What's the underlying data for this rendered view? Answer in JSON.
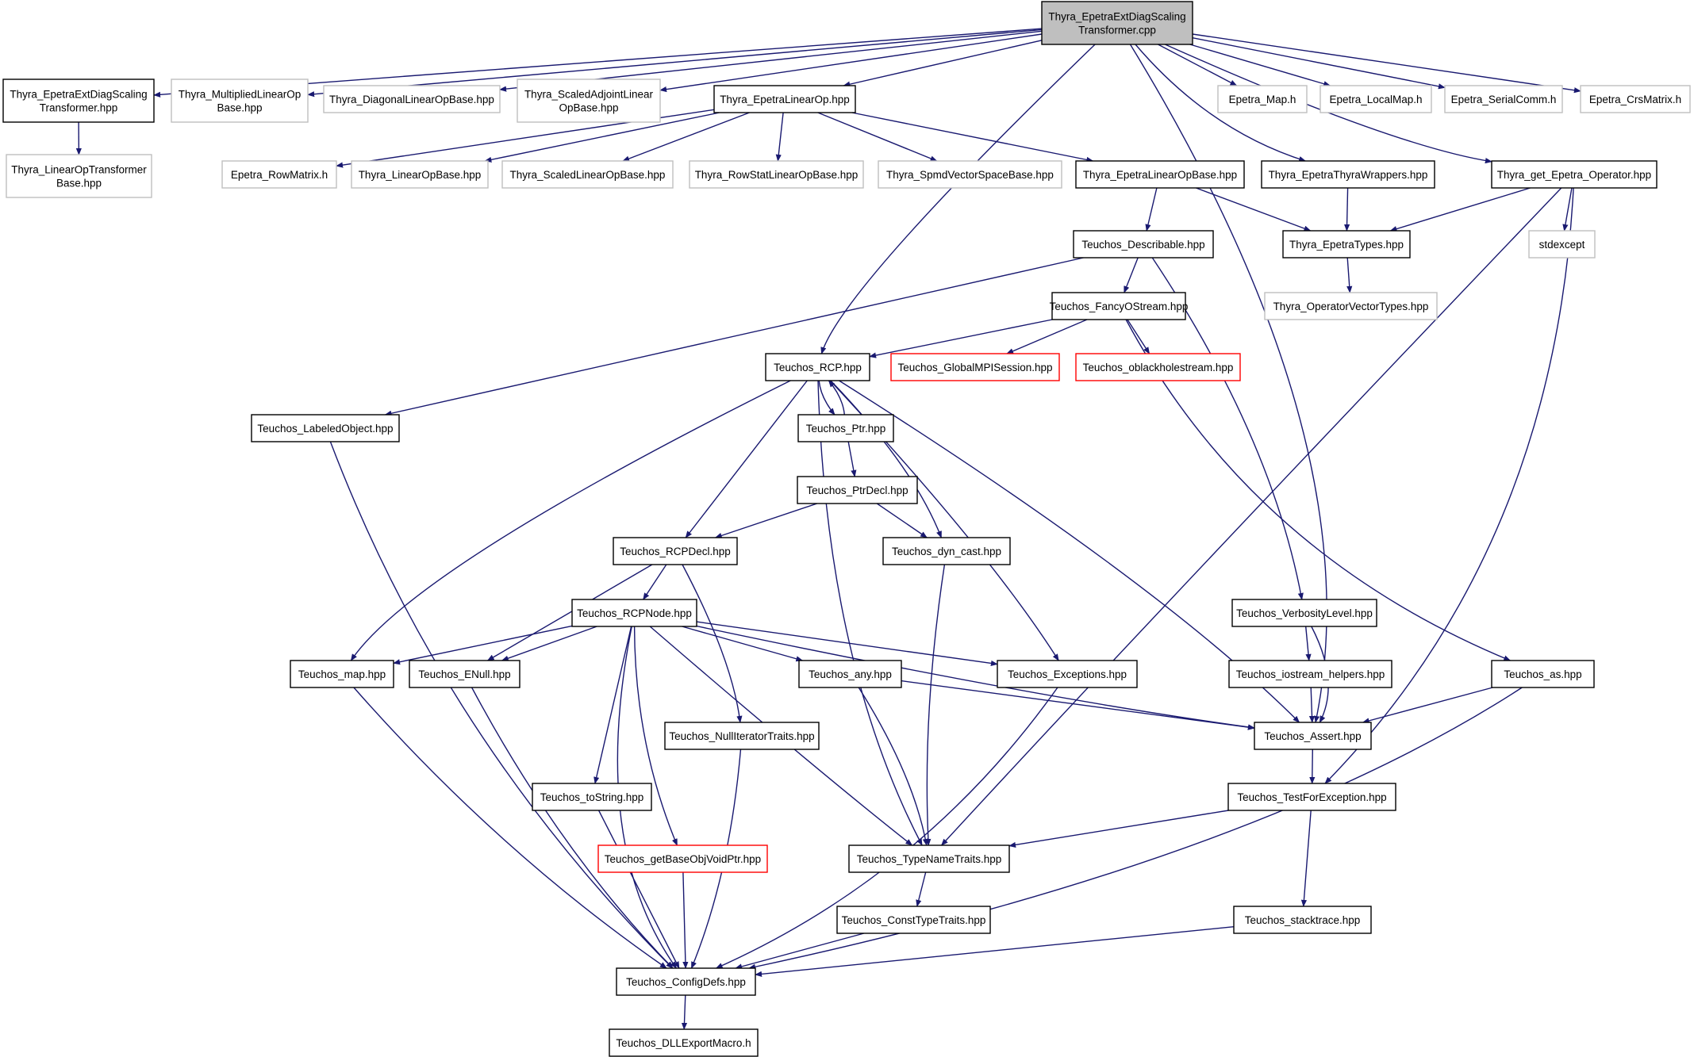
{
  "colors": {
    "background": "#ffffff",
    "edge": "#191970",
    "root_fill": "#bfbfbf",
    "normal_border": "#000000",
    "external_border": "#bfbfbf",
    "truncated_border": "#ff0000"
  },
  "nodes": [
    {
      "id": "root",
      "lines": [
        "Thyra_EpetraExtDiagScaling",
        "Transformer.cpp"
      ],
      "style": "root"
    },
    {
      "id": "ext_hpp",
      "lines": [
        "Thyra_EpetraExtDiagScaling",
        "Transformer.hpp"
      ],
      "style": "normal"
    },
    {
      "id": "mult_lin",
      "lines": [
        "Thyra_MultipliedLinearOp",
        "Base.hpp"
      ],
      "style": "external"
    },
    {
      "id": "diag_lin",
      "lines": [
        "Thyra_DiagonalLinearOpBase.hpp"
      ],
      "style": "external"
    },
    {
      "id": "scaled_adj",
      "lines": [
        "Thyra_ScaledAdjointLinear",
        "OpBase.hpp"
      ],
      "style": "external"
    },
    {
      "id": "epetra_linop",
      "lines": [
        "Thyra_EpetraLinearOp.hpp"
      ],
      "style": "normal"
    },
    {
      "id": "epetra_map",
      "lines": [
        "Epetra_Map.h"
      ],
      "style": "external"
    },
    {
      "id": "epetra_localmap",
      "lines": [
        "Epetra_LocalMap.h"
      ],
      "style": "external"
    },
    {
      "id": "epetra_serialcomm",
      "lines": [
        "Epetra_SerialComm.h"
      ],
      "style": "external"
    },
    {
      "id": "epetra_crs",
      "lines": [
        "Epetra_CrsMatrix.h"
      ],
      "style": "external"
    },
    {
      "id": "linop_transformer",
      "lines": [
        "Thyra_LinearOpTransformer",
        "Base.hpp"
      ],
      "style": "external"
    },
    {
      "id": "epetra_rowmatrix",
      "lines": [
        "Epetra_RowMatrix.h"
      ],
      "style": "external"
    },
    {
      "id": "linopbase",
      "lines": [
        "Thyra_LinearOpBase.hpp"
      ],
      "style": "external"
    },
    {
      "id": "scaled_linop",
      "lines": [
        "Thyra_ScaledLinearOpBase.hpp"
      ],
      "style": "external"
    },
    {
      "id": "rowstat",
      "lines": [
        "Thyra_RowStatLinearOpBase.hpp"
      ],
      "style": "external"
    },
    {
      "id": "spmd",
      "lines": [
        "Thyra_SpmdVectorSpaceBase.hpp"
      ],
      "style": "external"
    },
    {
      "id": "epetra_linopbase",
      "lines": [
        "Thyra_EpetraLinearOpBase.hpp"
      ],
      "style": "normal"
    },
    {
      "id": "thyra_wrappers",
      "lines": [
        "Thyra_EpetraThyraWrappers.hpp"
      ],
      "style": "normal"
    },
    {
      "id": "get_operator",
      "lines": [
        "Thyra_get_Epetra_Operator.hpp"
      ],
      "style": "normal"
    },
    {
      "id": "describable",
      "lines": [
        "Teuchos_Describable.hpp"
      ],
      "style": "normal"
    },
    {
      "id": "epetra_types",
      "lines": [
        "Thyra_EpetraTypes.hpp"
      ],
      "style": "normal"
    },
    {
      "id": "stdexcept",
      "lines": [
        "stdexcept"
      ],
      "style": "external"
    },
    {
      "id": "operator_vector_types",
      "lines": [
        "Thyra_OperatorVectorTypes.hpp"
      ],
      "style": "external"
    },
    {
      "id": "fancy",
      "lines": [
        "Teuchos_FancyOStream.hpp"
      ],
      "style": "normal"
    },
    {
      "id": "rcp",
      "lines": [
        "Teuchos_RCP.hpp"
      ],
      "style": "normal"
    },
    {
      "id": "globalmpi",
      "lines": [
        "Teuchos_GlobalMPISession.hpp"
      ],
      "style": "truncated"
    },
    {
      "id": "oblackhole",
      "lines": [
        "Teuchos_oblackholestream.hpp"
      ],
      "style": "truncated"
    },
    {
      "id": "labeled",
      "lines": [
        "Teuchos_LabeledObject.hpp"
      ],
      "style": "normal"
    },
    {
      "id": "ptr",
      "lines": [
        "Teuchos_Ptr.hpp"
      ],
      "style": "normal"
    },
    {
      "id": "ptrdecl",
      "lines": [
        "Teuchos_PtrDecl.hpp"
      ],
      "style": "normal"
    },
    {
      "id": "rcpdecl",
      "lines": [
        "Teuchos_RCPDecl.hpp"
      ],
      "style": "normal"
    },
    {
      "id": "dyncast",
      "lines": [
        "Teuchos_dyn_cast.hpp"
      ],
      "style": "normal"
    },
    {
      "id": "rcpnode",
      "lines": [
        "Teuchos_RCPNode.hpp"
      ],
      "style": "normal"
    },
    {
      "id": "verbosity",
      "lines": [
        "Teuchos_VerbosityLevel.hpp"
      ],
      "style": "normal"
    },
    {
      "id": "map",
      "lines": [
        "Teuchos_map.hpp"
      ],
      "style": "normal"
    },
    {
      "id": "enull",
      "lines": [
        "Teuchos_ENull.hpp"
      ],
      "style": "normal"
    },
    {
      "id": "any",
      "lines": [
        "Teuchos_any.hpp"
      ],
      "style": "normal"
    },
    {
      "id": "exceptions",
      "lines": [
        "Teuchos_Exceptions.hpp"
      ],
      "style": "normal"
    },
    {
      "id": "iostream_helpers",
      "lines": [
        "Teuchos_iostream_helpers.hpp"
      ],
      "style": "normal"
    },
    {
      "id": "as",
      "lines": [
        "Teuchos_as.hpp"
      ],
      "style": "normal"
    },
    {
      "id": "nulliter",
      "lines": [
        "Teuchos_NullIteratorTraits.hpp"
      ],
      "style": "normal"
    },
    {
      "id": "assert",
      "lines": [
        "Teuchos_Assert.hpp"
      ],
      "style": "normal"
    },
    {
      "id": "tostring",
      "lines": [
        "Teuchos_toString.hpp"
      ],
      "style": "normal"
    },
    {
      "id": "testforexc",
      "lines": [
        "Teuchos_TestForException.hpp"
      ],
      "style": "normal"
    },
    {
      "id": "getbaseobj",
      "lines": [
        "Teuchos_getBaseObjVoidPtr.hpp"
      ],
      "style": "truncated"
    },
    {
      "id": "typename",
      "lines": [
        "Teuchos_TypeNameTraits.hpp"
      ],
      "style": "normal"
    },
    {
      "id": "consttype",
      "lines": [
        "Teuchos_ConstTypeTraits.hpp"
      ],
      "style": "normal"
    },
    {
      "id": "stacktrace",
      "lines": [
        "Teuchos_stacktrace.hpp"
      ],
      "style": "normal"
    },
    {
      "id": "configdefs",
      "lines": [
        "Teuchos_ConfigDefs.hpp"
      ],
      "style": "normal"
    },
    {
      "id": "dllexport",
      "lines": [
        "Teuchos_DLLExportMacro.h"
      ],
      "style": "normal"
    }
  ],
  "edges": [
    [
      "root",
      "ext_hpp"
    ],
    [
      "root",
      "mult_lin"
    ],
    [
      "root",
      "diag_lin"
    ],
    [
      "root",
      "scaled_adj"
    ],
    [
      "root",
      "epetra_linop"
    ],
    [
      "root",
      "epetra_map"
    ],
    [
      "root",
      "epetra_localmap"
    ],
    [
      "root",
      "epetra_serialcomm"
    ],
    [
      "root",
      "epetra_crs"
    ],
    [
      "root",
      "rcp"
    ],
    [
      "root",
      "thyra_wrappers"
    ],
    [
      "root",
      "get_operator"
    ],
    [
      "root",
      "assert"
    ],
    [
      "ext_hpp",
      "linop_transformer"
    ],
    [
      "epetra_linop",
      "epetra_rowmatrix"
    ],
    [
      "epetra_linop",
      "linopbase"
    ],
    [
      "epetra_linop",
      "scaled_linop"
    ],
    [
      "epetra_linop",
      "rowstat"
    ],
    [
      "epetra_linop",
      "spmd"
    ],
    [
      "epetra_linop",
      "epetra_linopbase"
    ],
    [
      "epetra_linopbase",
      "describable"
    ],
    [
      "epetra_linopbase",
      "epetra_types"
    ],
    [
      "thyra_wrappers",
      "epetra_types"
    ],
    [
      "get_operator",
      "epetra_types"
    ],
    [
      "get_operator",
      "stdexcept"
    ],
    [
      "get_operator",
      "typename"
    ],
    [
      "get_operator",
      "testforexc"
    ],
    [
      "epetra_types",
      "operator_vector_types"
    ],
    [
      "describable",
      "fancy"
    ],
    [
      "describable",
      "labeled"
    ],
    [
      "describable",
      "verbosity"
    ],
    [
      "fancy",
      "rcp"
    ],
    [
      "fancy",
      "globalmpi"
    ],
    [
      "fancy",
      "oblackhole"
    ],
    [
      "fancy",
      "as"
    ],
    [
      "rcp",
      "ptr"
    ],
    [
      "rcp",
      "rcpdecl"
    ],
    [
      "rcp",
      "dyncast"
    ],
    [
      "rcp",
      "map"
    ],
    [
      "rcp",
      "exceptions"
    ],
    [
      "rcp",
      "assert"
    ],
    [
      "rcp",
      "typename"
    ],
    [
      "ptr",
      "rcp"
    ],
    [
      "ptr",
      "ptrdecl"
    ],
    [
      "ptrdecl",
      "rcpdecl"
    ],
    [
      "ptrdecl",
      "dyncast"
    ],
    [
      "rcpdecl",
      "rcpnode"
    ],
    [
      "rcpdecl",
      "enull"
    ],
    [
      "rcpdecl",
      "nulliter"
    ],
    [
      "rcpnode",
      "map"
    ],
    [
      "rcpnode",
      "enull"
    ],
    [
      "rcpnode",
      "any"
    ],
    [
      "rcpnode",
      "exceptions"
    ],
    [
      "rcpnode",
      "assert"
    ],
    [
      "rcpnode",
      "tostring"
    ],
    [
      "rcpnode",
      "getbaseobj"
    ],
    [
      "rcpnode",
      "typename"
    ],
    [
      "rcpnode",
      "configdefs"
    ],
    [
      "dyncast",
      "typename"
    ],
    [
      "labeled",
      "configdefs"
    ],
    [
      "verbosity",
      "iostream_helpers"
    ],
    [
      "verbosity",
      "assert"
    ],
    [
      "iostream_helpers",
      "assert"
    ],
    [
      "as",
      "assert"
    ],
    [
      "as",
      "configdefs"
    ],
    [
      "any",
      "assert"
    ],
    [
      "any",
      "typename"
    ],
    [
      "map",
      "configdefs"
    ],
    [
      "enull",
      "configdefs"
    ],
    [
      "exceptions",
      "configdefs"
    ],
    [
      "nulliter",
      "configdefs"
    ],
    [
      "tostring",
      "configdefs"
    ],
    [
      "getbaseobj",
      "configdefs"
    ],
    [
      "assert",
      "testforexc"
    ],
    [
      "testforexc",
      "typename"
    ],
    [
      "testforexc",
      "stacktrace"
    ],
    [
      "typename",
      "consttype"
    ],
    [
      "consttype",
      "configdefs"
    ],
    [
      "stacktrace",
      "configdefs"
    ],
    [
      "configdefs",
      "dllexport"
    ]
  ]
}
